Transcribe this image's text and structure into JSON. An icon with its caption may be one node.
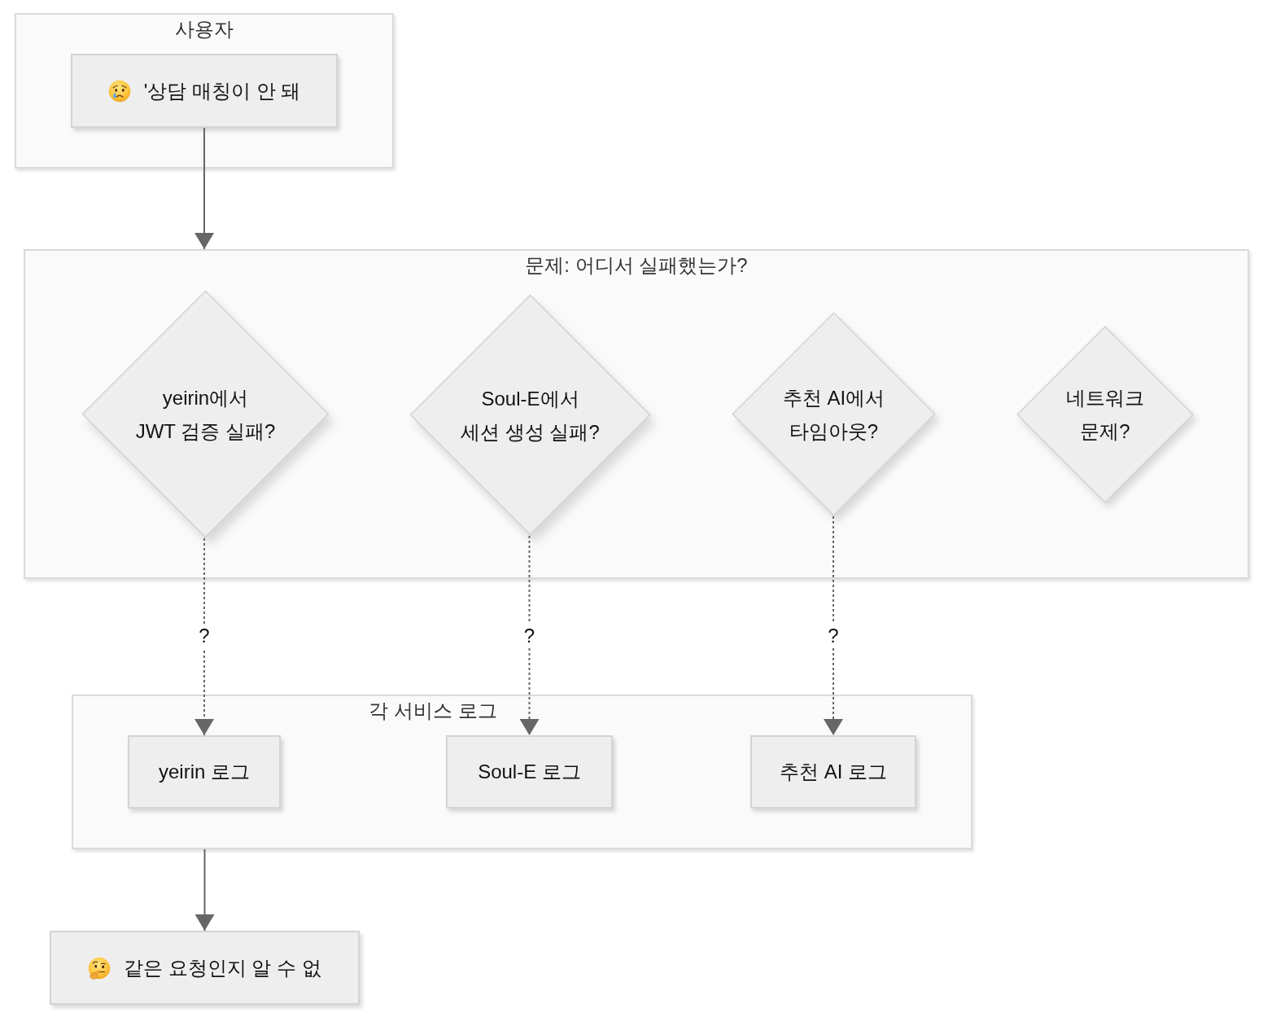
{
  "diagram": {
    "nodes": [
      {
        "text": [
          "사용자"
        ]
      },
      {
        "text": [
          "'상담 매칭이 안 돼"
        ],
        "in": 0
      },
      {
        "text": [
          "문제: 어디서 실패했는가?"
        ]
      },
      {
        "text": [
          "yeirin에서 JWT 검증 실패?"
        ],
        "in": 2
      },
      {
        "text": [
          "Soul-E에서 세션 생성 실패?"
        ],
        "in": 2
      },
      {
        "text": [
          "추천 AI에서 타임아웃?"
        ],
        "in": 2
      },
      {
        "text": [
          "네트워크 문제?"
        ],
        "in": 2
      },
      {
        "text": [
          "각 서비스 로그"
        ]
      },
      {
        "text": [
          "yeirin 로그"
        ],
        "in": 7
      },
      {
        "text": [
          "Soul-E 로그"
        ],
        "in": 7
      },
      {
        "text": [
          "추천 AI 로그"
        ],
        "in": 7
      },
      {
        "text": [
          "같은 요청인지 알 수 없"
        ]
      }
    ],
    "edges": [
      {
        "from": 1,
        "to": 2,
        "arrow": "to"
      },
      {
        "from": 3,
        "to": 8,
        "arrow": "to",
        "label": "?",
        "style": "dashed"
      },
      {
        "from": 4,
        "to": 9,
        "arrow": "to",
        "label": "?",
        "style": "dashed"
      },
      {
        "from": 5,
        "to": 10,
        "arrow": "to",
        "label": "?",
        "style": "dashed"
      },
      {
        "from": 7,
        "to": 11,
        "arrow": "to"
      }
    ]
  }
}
